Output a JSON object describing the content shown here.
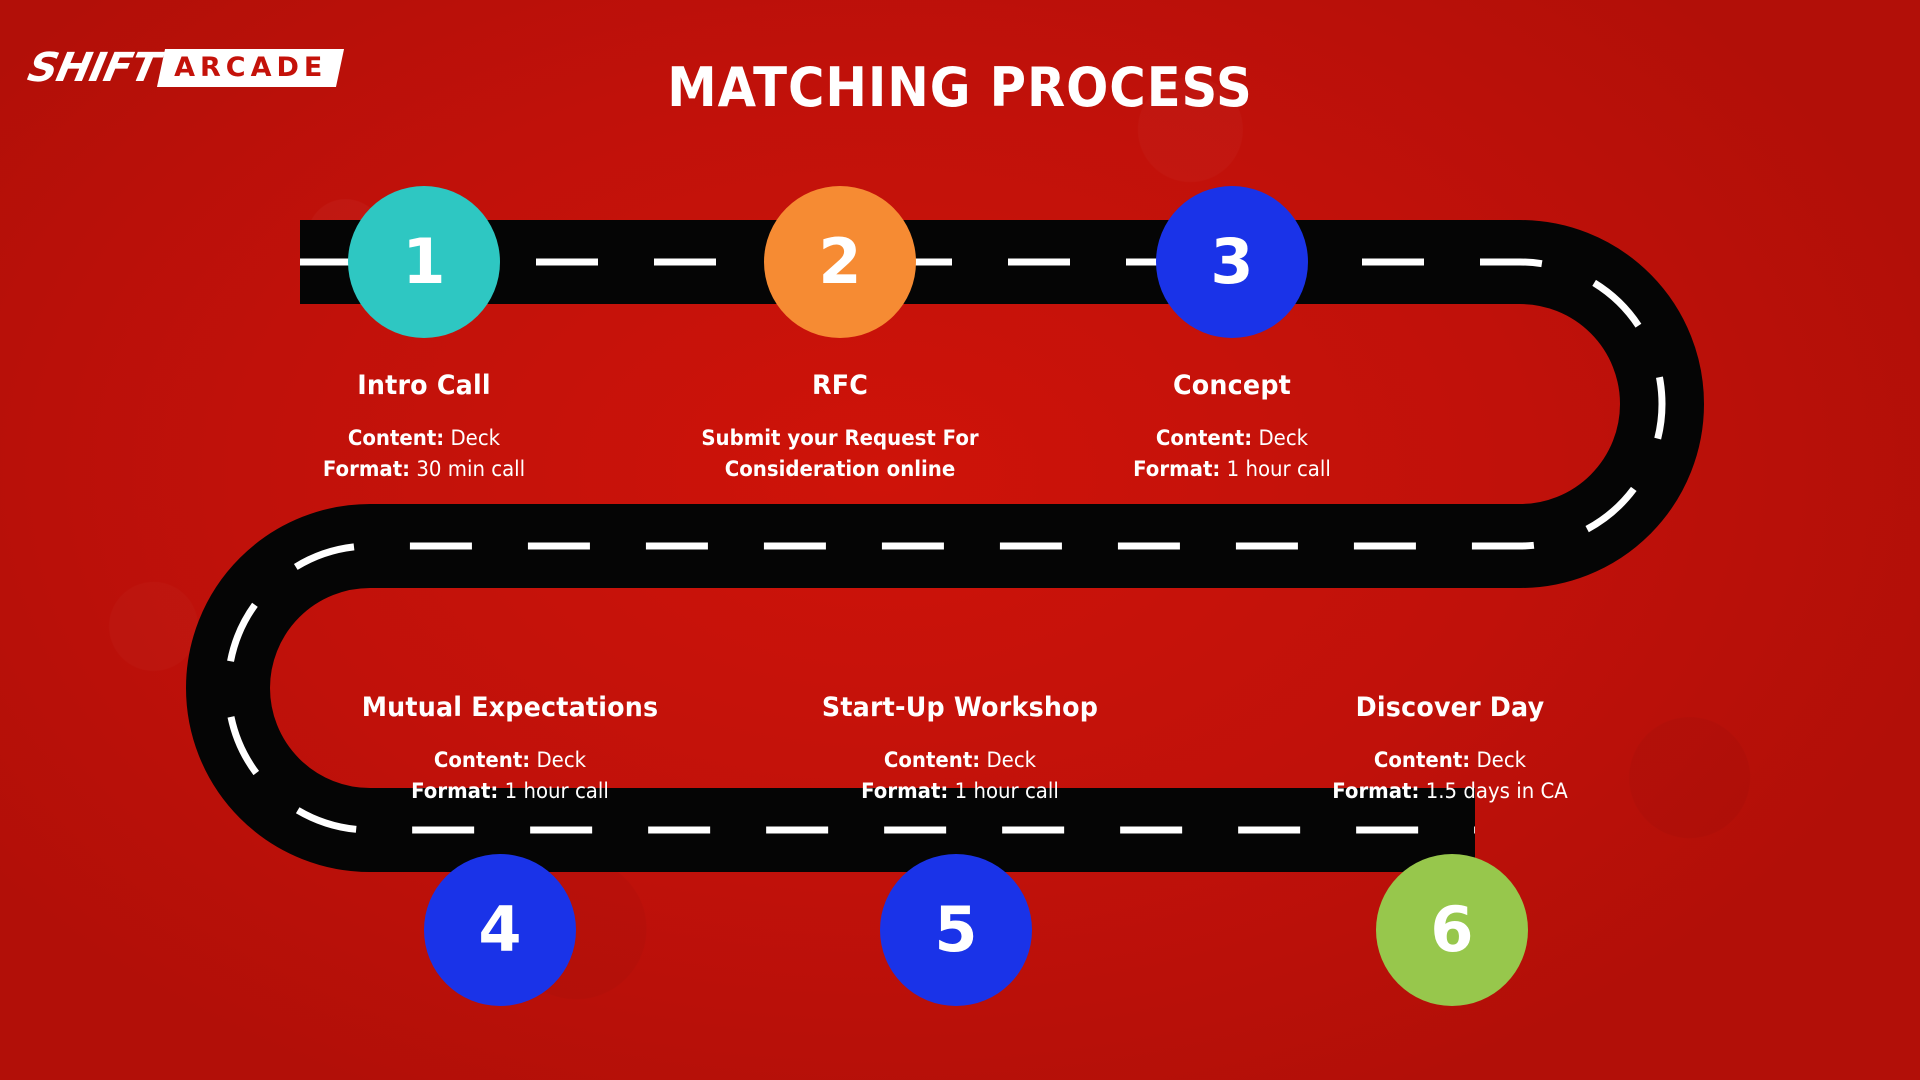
{
  "brand": {
    "logo_primary": "SHIFT",
    "logo_secondary": "ARCADE"
  },
  "header": {
    "title": "MATCHING PROCESS"
  },
  "colors": {
    "background_red": "#C4120A",
    "road_black": "#050505",
    "lane_white": "#FFFFFF",
    "step_1": "#2EC7C2",
    "step_2": "#F68B33",
    "step_3": "#1A33E8",
    "step_4": "#1A33E8",
    "step_5": "#1A33E8",
    "step_6": "#97C74C",
    "text_white": "#FFFFFF"
  },
  "labels": {
    "content_label": "Content:",
    "format_label": "Format:"
  },
  "steps": [
    {
      "number": "1",
      "title": "Intro Call",
      "color": "#2EC7C2",
      "content_label": "Content:",
      "content_value": "Deck",
      "format_label": "Format:",
      "format_value": "30 min call",
      "description": ""
    },
    {
      "number": "2",
      "title": "RFC",
      "color": "#F68B33",
      "content_label": "",
      "content_value": "",
      "format_label": "",
      "format_value": "",
      "description_line_1": "Submit your Request For",
      "description_line_2": "Consideration online"
    },
    {
      "number": "3",
      "title": "Concept",
      "color": "#1A33E8",
      "content_label": "Content:",
      "content_value": "Deck",
      "format_label": "Format:",
      "format_value": "1 hour call",
      "description": ""
    },
    {
      "number": "4",
      "title": "Mutual Expectations",
      "color": "#1A33E8",
      "content_label": "Content:",
      "content_value": "Deck",
      "format_label": "Format:",
      "format_value": "1 hour call",
      "description": ""
    },
    {
      "number": "5",
      "title": "Start-Up Workshop",
      "color": "#1A33E8",
      "content_label": "Content:",
      "content_value": "Deck",
      "format_label": "Format:",
      "format_value": "1 hour call",
      "description": ""
    },
    {
      "number": "6",
      "title": "Discover Day",
      "color": "#97C74C",
      "content_label": "Content:",
      "content_value": "Deck",
      "format_label": "Format:",
      "format_value": "1.5 days in CA",
      "description": ""
    }
  ]
}
